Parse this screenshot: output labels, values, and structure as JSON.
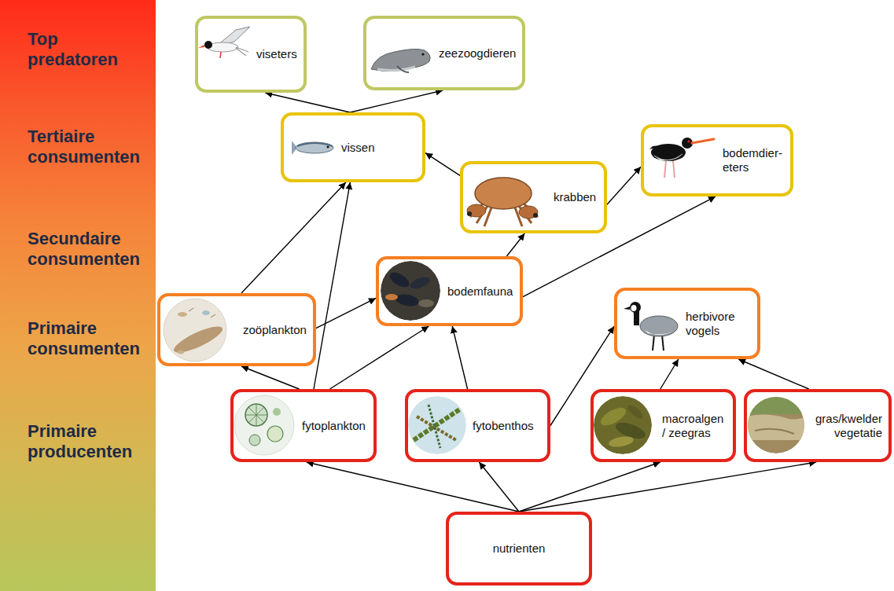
{
  "diagram": {
    "nodes": [
      {
        "text": [
          "Top predatoren",
          "Tertiaire consumenten",
          "Secundaire consumenten",
          "Primaire consumenten",
          "Primaire producenten"
        ]
      },
      {
        "text": [
          "viseters"
        ]
      },
      {
        "text": [
          "zeezoogdieren"
        ]
      },
      {
        "text": [
          "vissen"
        ]
      },
      {
        "text": [
          "krabben"
        ]
      },
      {
        "text": [
          "bodemdier- eters"
        ]
      },
      {
        "text": [
          "zoöplankton"
        ]
      },
      {
        "text": [
          "bodemfauna"
        ]
      },
      {
        "text": [
          "herbivore vogels"
        ]
      },
      {
        "text": [
          "fytoplankton"
        ]
      },
      {
        "text": [
          "fytobenthos"
        ]
      },
      {
        "text": [
          "macroalgen / zeegras"
        ]
      },
      {
        "text": [
          "gras/kwelder vegetatie"
        ]
      },
      {
        "text": [
          "nutrienten"
        ]
      }
    ],
    "edges": [
      {
        "from": 3,
        "to": 1,
        "arrow": "to"
      },
      {
        "from": 3,
        "to": 2,
        "arrow": "to"
      },
      {
        "from": 6,
        "to": 3,
        "arrow": "to"
      },
      {
        "from": 9,
        "to": 3,
        "arrow": "to"
      },
      {
        "from": 4,
        "to": 3,
        "arrow": "to"
      },
      {
        "from": 4,
        "to": 5,
        "arrow": "to"
      },
      {
        "from": 7,
        "to": 4,
        "arrow": "to"
      },
      {
        "from": 7,
        "to": 5,
        "arrow": "to"
      },
      {
        "from": 6,
        "to": 7,
        "arrow": "to"
      },
      {
        "from": 9,
        "to": 6,
        "arrow": "to"
      },
      {
        "from": 9,
        "to": 7,
        "arrow": "to"
      },
      {
        "from": 10,
        "to": 7,
        "arrow": "to"
      },
      {
        "from": 10,
        "to": 8,
        "arrow": "to"
      },
      {
        "from": 11,
        "to": 8,
        "arrow": "to"
      },
      {
        "from": 12,
        "to": 8,
        "arrow": "to"
      },
      {
        "from": 13,
        "to": 9,
        "arrow": "to"
      },
      {
        "from": 13,
        "to": 10,
        "arrow": "to"
      },
      {
        "from": 13,
        "to": 11,
        "arrow": "to"
      },
      {
        "from": 13,
        "to": 12,
        "arrow": "to"
      }
    ]
  }
}
